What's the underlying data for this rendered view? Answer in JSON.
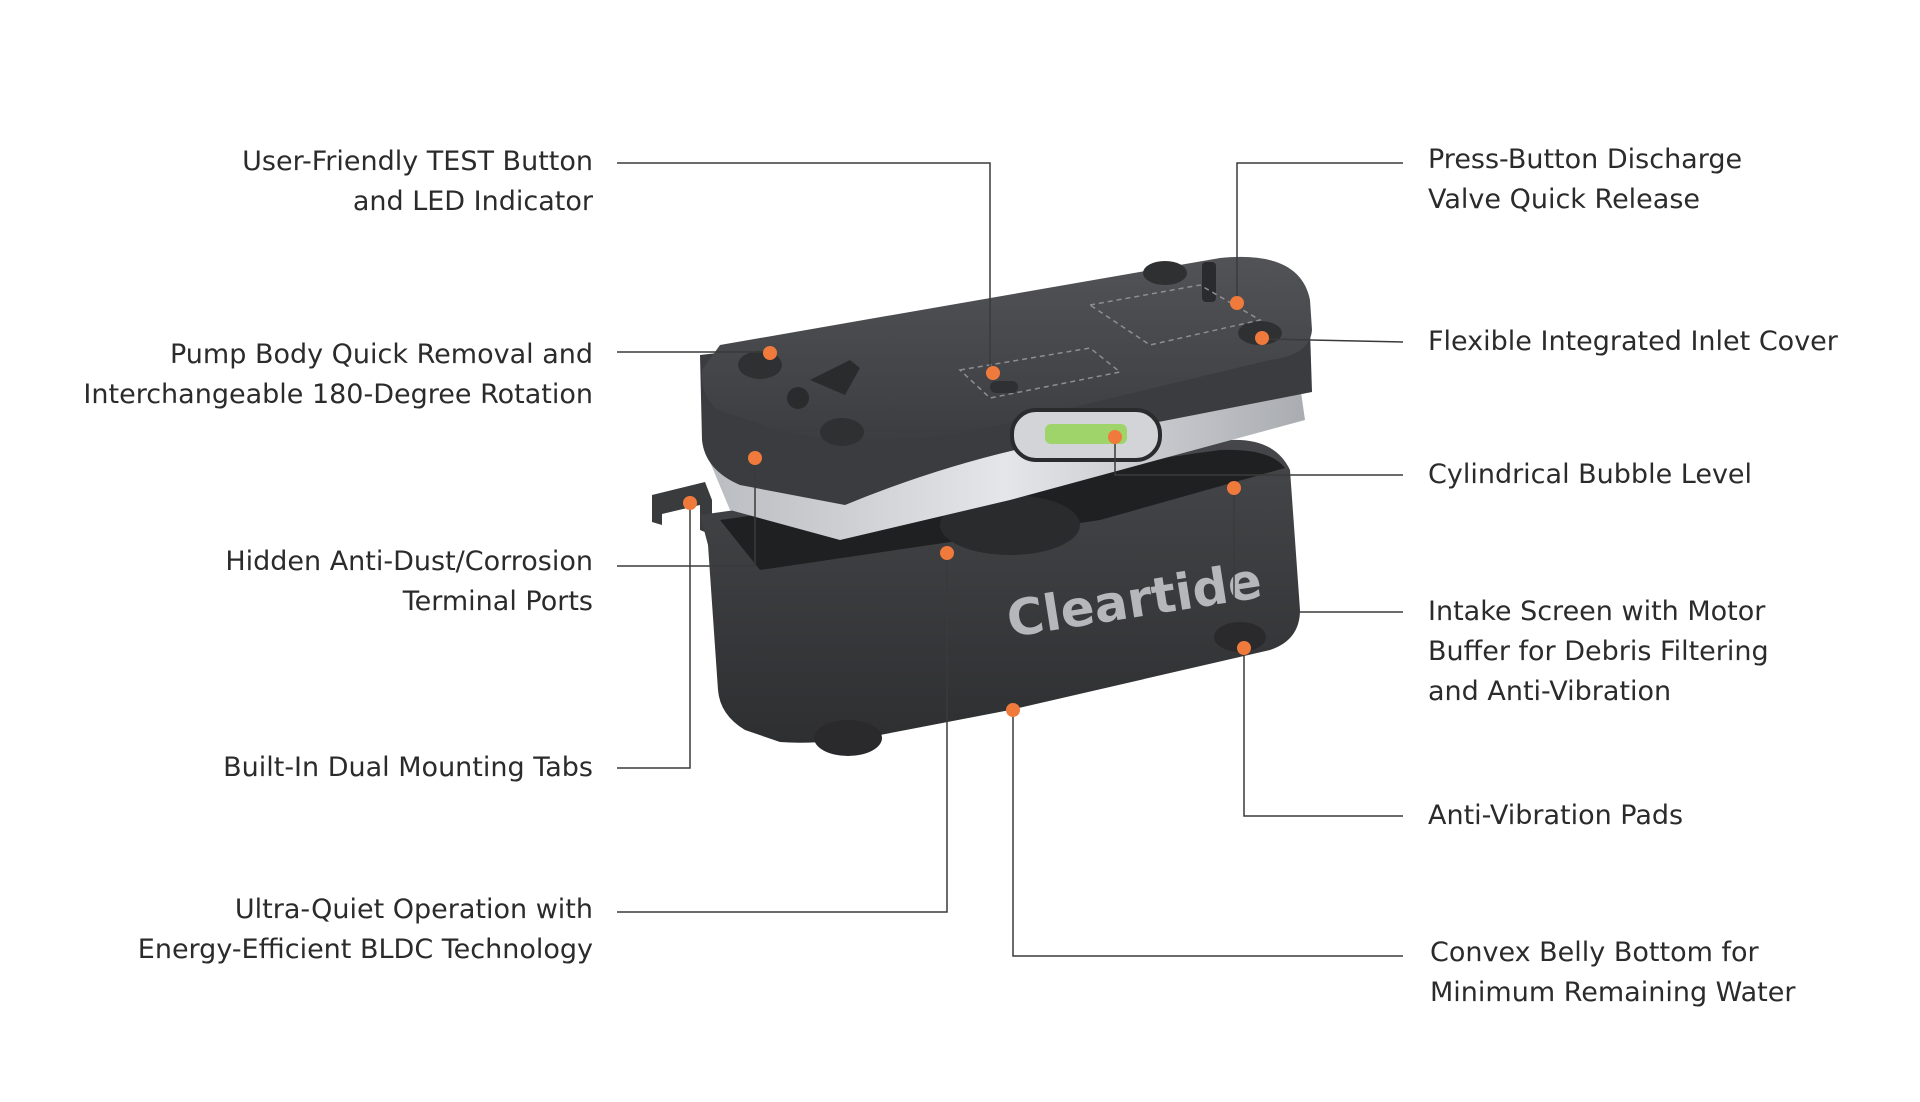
{
  "product": {
    "brand_text": "Cleartide"
  },
  "colors": {
    "accent_dot": "#f07a3c",
    "leader_line": "#3a3a3a",
    "body_dark": "#3b3c3e",
    "lid_top": "#4a4b4e",
    "metal_band": "#c9ccd0",
    "label_text": "#2b2b2b",
    "bubble_level": "#9fd46a"
  },
  "callouts": {
    "test_button": {
      "line1": "User-Friendly TEST Button",
      "line2": "and LED Indicator"
    },
    "quick_removal": {
      "line1": "Pump Body Quick Removal and",
      "line2": "Interchangeable 180-Degree Rotation"
    },
    "terminal_ports": {
      "line1": "Hidden Anti-Dust/Corrosion",
      "line2": "Terminal Ports"
    },
    "mounting_tabs": {
      "line1": "Built-In Dual Mounting Tabs"
    },
    "ultra_quiet": {
      "line1": "Ultra-Quiet Operation with",
      "line2": "Energy-Efficient BLDC Technology"
    },
    "discharge_valve": {
      "line1": "Press-Button Discharge",
      "line2": "Valve Quick Release"
    },
    "inlet_cover": {
      "line1": "Flexible Integrated Inlet Cover"
    },
    "bubble_level": {
      "line1": "Cylindrical Bubble Level"
    },
    "intake_screen": {
      "line1": "Intake Screen with Motor",
      "line2": "Buffer for Debris Filtering",
      "line3": "and Anti-Vibration"
    },
    "anti_vibration_pads": {
      "line1": "Anti-Vibration Pads"
    },
    "convex_belly": {
      "line1": "Convex Belly Bottom for",
      "line2": "Minimum Remaining Water"
    }
  }
}
